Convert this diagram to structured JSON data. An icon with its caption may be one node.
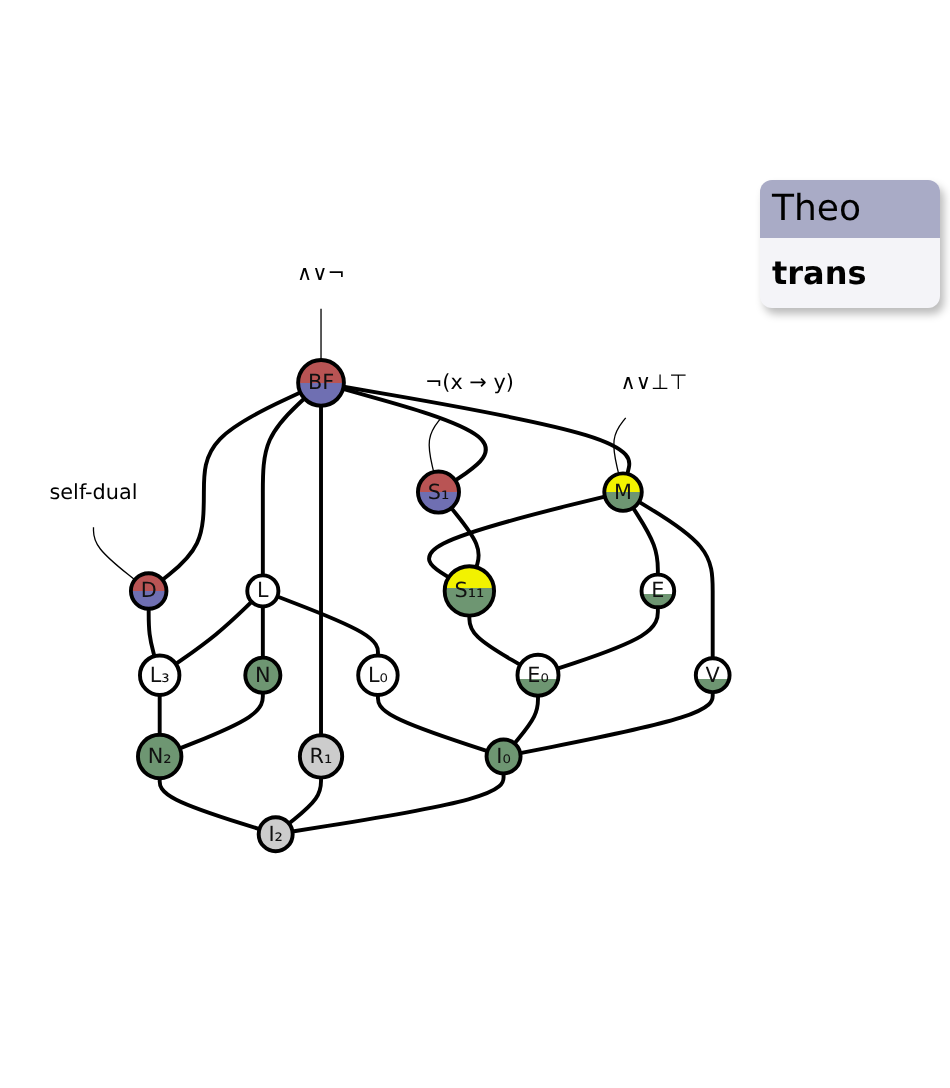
{
  "diagram": {
    "nodes": [
      {
        "text": [
          "∧∨¬"
        ]
      },
      {
        "text": [
          "BF"
        ]
      },
      {
        "text": [
          "self-dual"
        ]
      },
      {
        "text": [
          "¬(x → y)"
        ]
      },
      {
        "text": [
          "∧∨⊥⊤"
        ]
      },
      {
        "text": [
          "M"
        ]
      },
      {
        "text": [
          "D"
        ]
      },
      {
        "text": [
          "S₁"
        ]
      },
      {
        "text": [
          "S₁₁"
        ]
      },
      {
        "text": [
          "V"
        ]
      },
      {
        "text": [
          "E"
        ]
      },
      {
        "text": [
          "R₁"
        ]
      },
      {
        "text": [
          "L"
        ]
      },
      {
        "text": [
          "L₃"
        ]
      },
      {
        "text": [
          "L₀"
        ]
      },
      {
        "text": [
          "E₀"
        ]
      },
      {
        "text": [
          "N"
        ]
      },
      {
        "text": [
          "N₂"
        ]
      },
      {
        "text": [
          "I₀"
        ]
      },
      {
        "text": [
          "I₂"
        ]
      }
    ],
    "edges": [
      {
        "from": 0,
        "to": 1,
        "arrow": "none"
      },
      {
        "from": 2,
        "to": 6,
        "arrow": "none"
      },
      {
        "from": 3,
        "to": 7,
        "arrow": "none"
      },
      {
        "from": 4,
        "to": 5,
        "arrow": "none"
      },
      {
        "from": 1,
        "to": 5,
        "arrow": "none"
      },
      {
        "from": 1,
        "to": 6,
        "arrow": "none"
      },
      {
        "from": 1,
        "to": 7,
        "arrow": "none"
      },
      {
        "from": 1,
        "to": 11,
        "arrow": "none"
      },
      {
        "from": 1,
        "to": 12,
        "arrow": "none"
      },
      {
        "from": 5,
        "to": 9,
        "arrow": "none"
      },
      {
        "from": 5,
        "to": 10,
        "arrow": "none"
      },
      {
        "from": 5,
        "to": 8,
        "arrow": "none"
      },
      {
        "from": 7,
        "to": 8,
        "arrow": "none"
      },
      {
        "from": 6,
        "to": 13,
        "arrow": "none"
      },
      {
        "from": 8,
        "to": 15,
        "arrow": "none"
      },
      {
        "from": 10,
        "to": 15,
        "arrow": "none"
      },
      {
        "from": 12,
        "to": 13,
        "arrow": "none"
      },
      {
        "from": 12,
        "to": 14,
        "arrow": "none"
      },
      {
        "from": 12,
        "to": 16,
        "arrow": "none"
      },
      {
        "from": 13,
        "to": 17,
        "arrow": "none"
      },
      {
        "from": 16,
        "to": 17,
        "arrow": "none"
      },
      {
        "from": 17,
        "to": 19,
        "arrow": "none"
      },
      {
        "from": 14,
        "to": 18,
        "arrow": "none"
      },
      {
        "from": 15,
        "to": 18,
        "arrow": "none"
      },
      {
        "from": 9,
        "to": 18,
        "arrow": "none"
      },
      {
        "from": 11,
        "to": 19,
        "arrow": "none"
      },
      {
        "from": 18,
        "to": 19,
        "arrow": "none"
      }
    ],
    "labels": [
      "Theo",
      "trans"
    ]
  }
}
